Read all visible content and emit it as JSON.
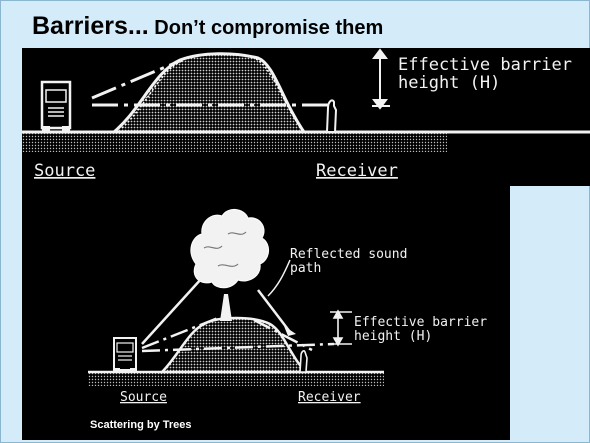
{
  "slide": {
    "title": "Barriers...",
    "title_suffix": " Don’t compromise them"
  },
  "top_diagram": {
    "label_barrier_height_line1": "Effective barrier",
    "label_barrier_height_line2": "height (H)",
    "label_source": "Source",
    "label_receiver": "Receiver"
  },
  "bottom_diagram": {
    "label_reflected_line1": "Reflected sound",
    "label_reflected_line2": "path",
    "label_barrier_height_line1": "Effective barrier",
    "label_barrier_height_line2": "height (H)",
    "label_source": "Source",
    "label_receiver": "Receiver",
    "caption": "Scattering by Trees"
  },
  "colors": {
    "background": "#d4ecfa",
    "panel": "#000000",
    "drawing": "#f2f2f2"
  },
  "icons": [
    "truck-icon",
    "person-icon",
    "tree-icon",
    "berm-icon"
  ]
}
